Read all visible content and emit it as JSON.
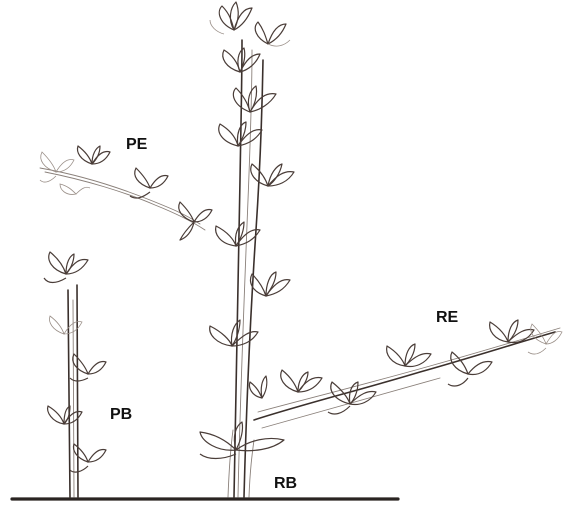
{
  "labels": {
    "pe": "PE",
    "pb": "PB",
    "re": "RE",
    "rb": "RB"
  },
  "colors": {
    "stroke": "#3a302c",
    "faint_stroke": "#9a8f88",
    "ground": "#2a2422",
    "background": "#ffffff"
  }
}
